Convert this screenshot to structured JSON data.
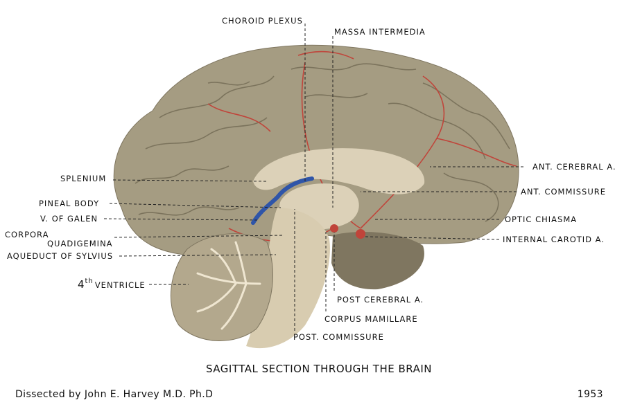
{
  "labels": {
    "choroid_plexus": "CHOROID PLEXUS",
    "massa_intermedia": "MASSA INTERMEDIA",
    "splenium": "SPLENIUM",
    "pineal_body": "PINEAL BODY",
    "v_of_galen": "V. OF GALEN",
    "corpora": "CORPORA",
    "quadigemina": "QUADIGEMINA",
    "aqueduct_of_sylvius": "AQUEDUCT OF SYLVIUS",
    "fourth_ventricle_number": "4",
    "fourth_ventricle_sup": "th",
    "fourth_ventricle_text": "VENTRICLE",
    "ant_cerebral_a": "ANT. CEREBRAL A.",
    "ant_commissure": "ANT. COMMISSURE",
    "optic_chiasma": "OPTIC CHIASMA",
    "internal_carotid_a": "INTERNAL CAROTID A.",
    "post_cerebral_a": "POST CEREBRAL A.",
    "corpus_mamillare": "CORPUS MAMILLARE",
    "post_commissure": "POST. COMMISSURE"
  },
  "caption": "SAGITTAL SECTION THROUGH THE BRAIN",
  "credit": "Dissected by John E. Harvey M.D. Ph.D",
  "year": "1953",
  "colors": {
    "cortex": "#a59c82",
    "cortex_dark": "#7f7660",
    "white_matter": "#dcd1b8",
    "cerebellum": "#b3a88d",
    "artery": "#c0443a",
    "vein": "#2f55a8",
    "brainstem": "#d8ccb0"
  }
}
